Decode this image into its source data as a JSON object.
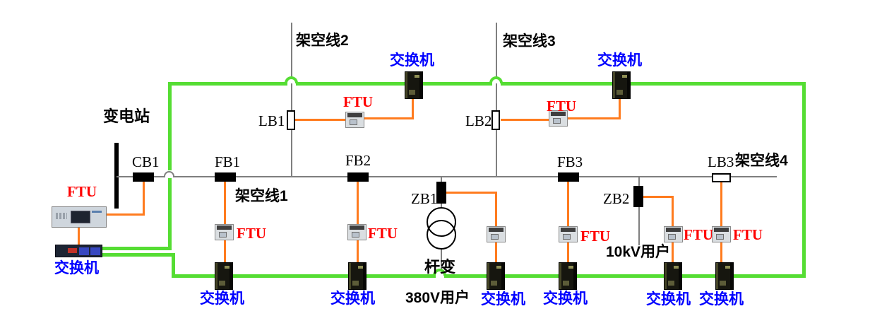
{
  "colors": {
    "fiber_ring": "#55dd33",
    "ftu_cable": "#ff7b1e",
    "power_line": "#7f7f7f",
    "ftu_label": "#ff0000",
    "switch_label": "#0000ff",
    "breaker_fill": "#000000"
  },
  "labels": {
    "substation": "变电站",
    "ftu": "FTU",
    "switch": "交换机",
    "breakers": {
      "cb1": "CB1",
      "fb1": "FB1",
      "fb2": "FB2",
      "fb3": "FB3"
    },
    "load_switches": {
      "lb1": "LB1",
      "lb2": "LB2",
      "lb3": "LB3"
    },
    "branch_breakers": {
      "zb1": "ZB1",
      "zb2": "ZB2"
    },
    "lines": {
      "line1": "架空线1",
      "line2": "架空线2",
      "line3": "架空线3",
      "line4": "架空线4"
    },
    "pole_transformer": "杆变",
    "users_380v": "380V用户",
    "users_10kv": "10kV用户"
  }
}
